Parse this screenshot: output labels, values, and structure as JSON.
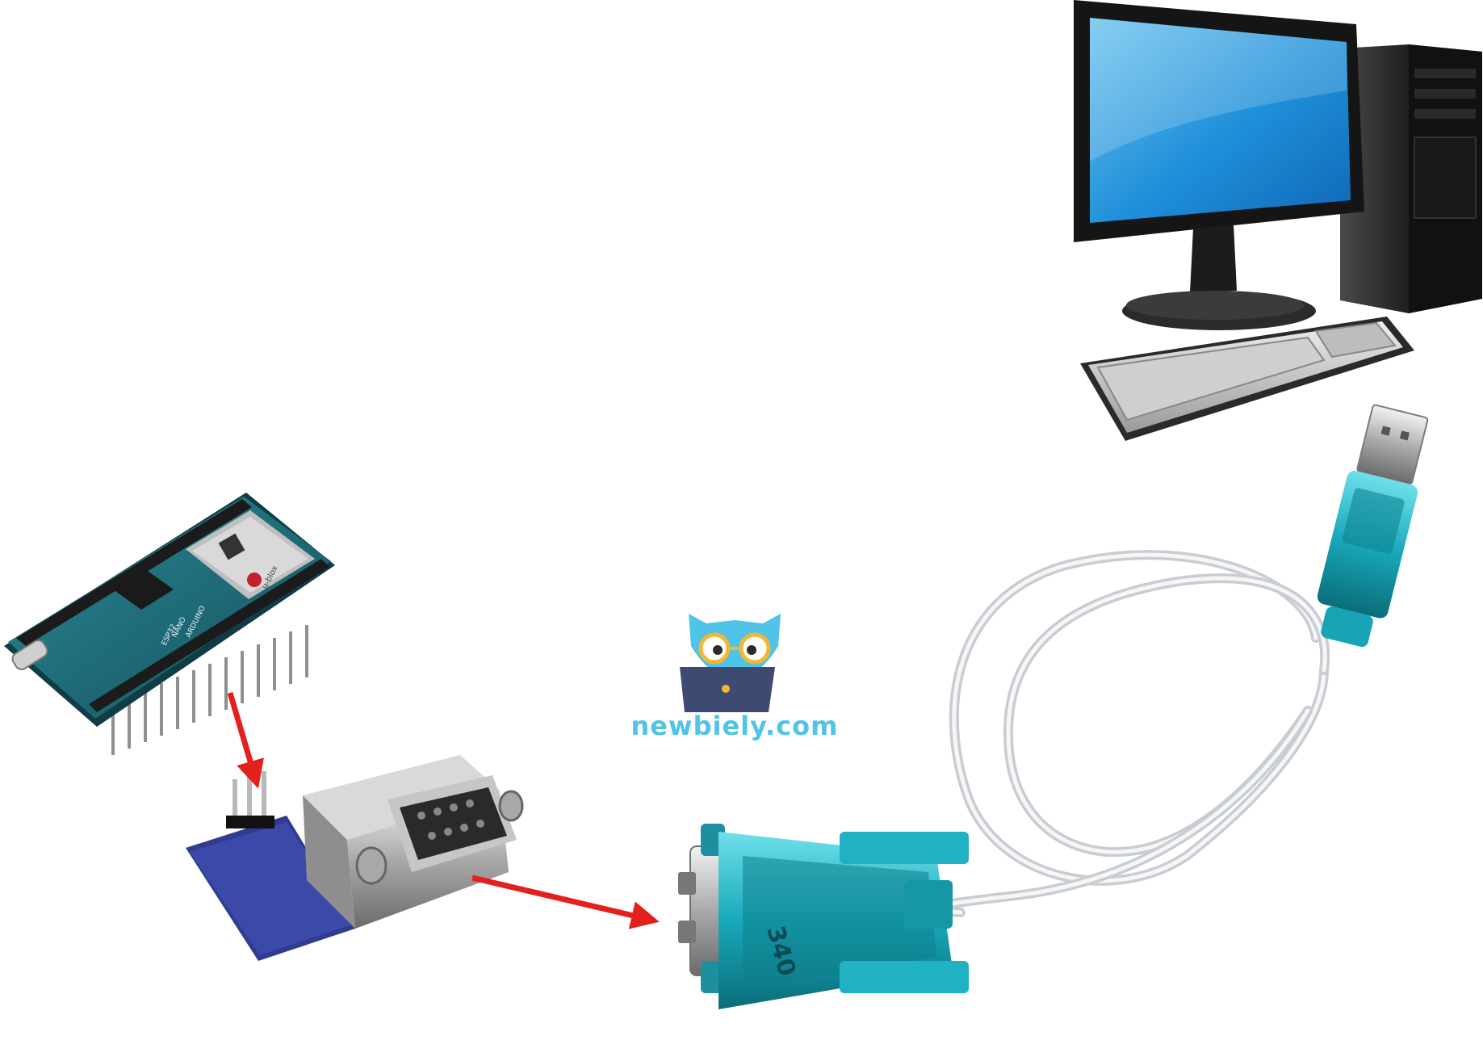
{
  "logo": {
    "text": "newbiely.com",
    "colors": {
      "owl": "#4fc3e8",
      "laptop": "#3f4a73",
      "glasses": "#f5b731",
      "text": "#4fc3e8"
    }
  },
  "board": {
    "silkscreen": [
      "ARDUINO",
      "NANO",
      "ESP32",
      "u-blox"
    ],
    "color": "#1c6f7d"
  },
  "adapter": {
    "chip_label": "340",
    "color": "#1aa6b7"
  },
  "arrows": {
    "color": "#e3201b"
  },
  "icons": [
    "arduino-nano-esp32-board",
    "rs232-db9-module",
    "usb-to-serial-cable",
    "desktop-computer",
    "newbiely-owl-logo"
  ]
}
